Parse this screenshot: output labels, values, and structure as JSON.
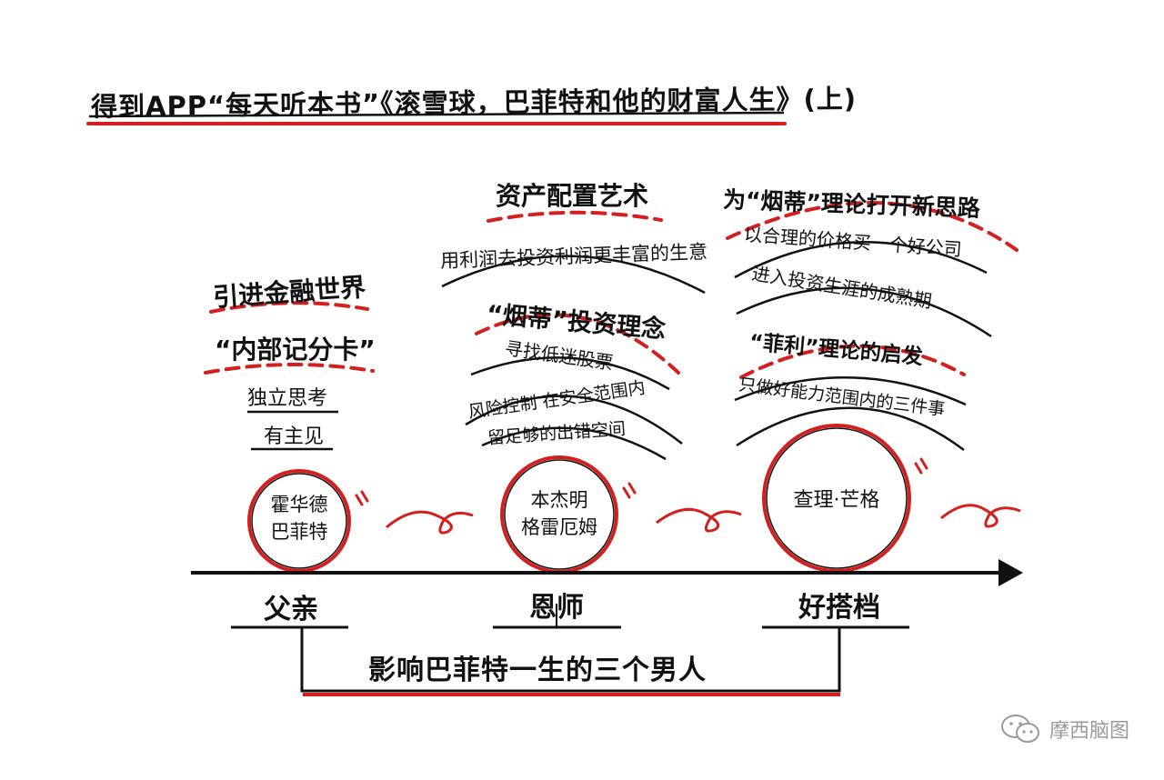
{
  "title": "得到APP“每天听本书”《滚雪球，巴菲特和他的财富人生》(上)",
  "figures": [
    {
      "name": "霍华德·巴菲特",
      "circle_lines": [
        "霍华德",
        "巴菲特"
      ],
      "role": "父亲",
      "notes": [
        "引进金融世界",
        "“内部记分卡”",
        "独立思考",
        "有主见"
      ]
    },
    {
      "name": "本杰明·格雷厄姆",
      "circle_lines": [
        "本杰明",
        "格雷厄姆"
      ],
      "role": "恩师",
      "notes": [
        "资产配置艺术",
        "用利润去投资利润更丰富的生意",
        "“烟蒂”投资理念",
        "寻找低迷股票",
        "风险控制 在安全范围内",
        "留足够的出错空间"
      ]
    },
    {
      "name": "查理·芒格",
      "circle_lines": [
        "查理·芒格"
      ],
      "role": "好搭档",
      "notes": [
        "为“烟蒂”理论打开新思路",
        "以合理的价格买一个好公司",
        "进入投资生涯的成熟期",
        "“菲利”理论的启发",
        "只做好能力范围内的三件事"
      ]
    }
  ],
  "summary": "影响巴菲特一生的三个男人",
  "watermark": "摩西脑图",
  "colors": {
    "accent": "#d41f1f",
    "ink": "#111111",
    "watermark": "#9a9a9a"
  }
}
